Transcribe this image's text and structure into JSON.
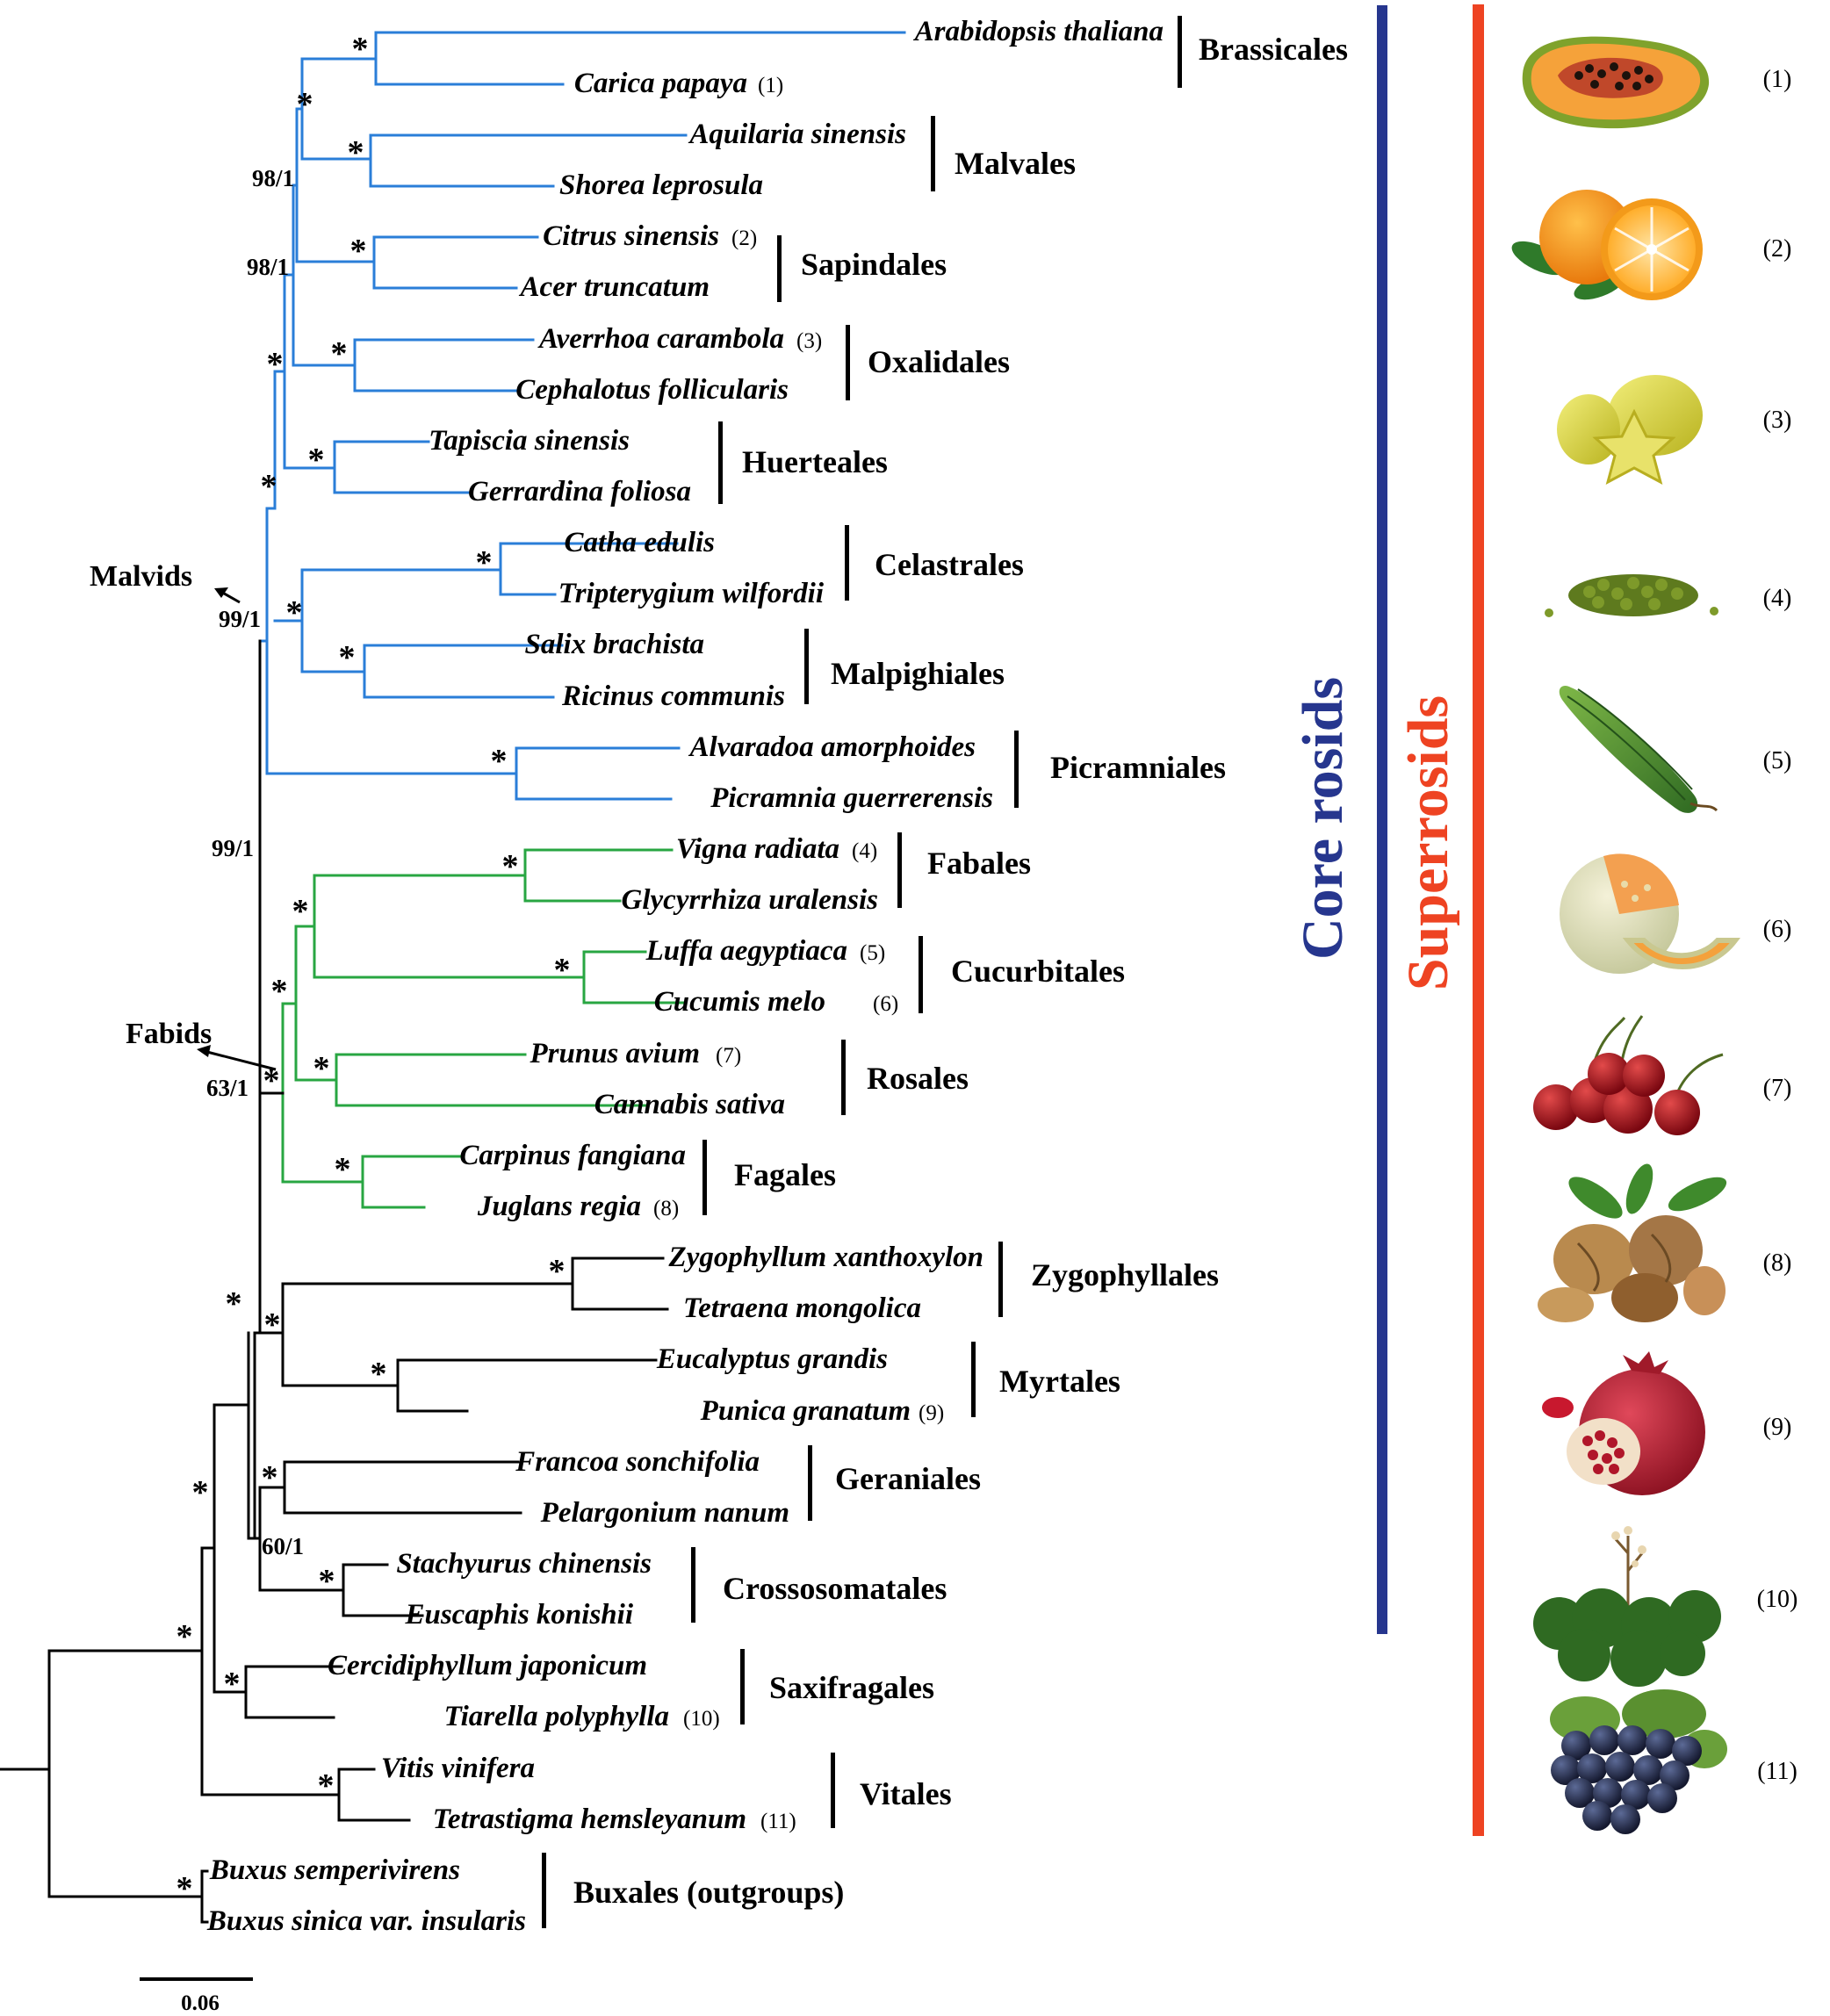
{
  "colors": {
    "malvids": "#2a7ed8",
    "fabids": "#28a642",
    "other": "#000000",
    "core_bar": "#26368e",
    "super_bar": "#ee4322"
  },
  "taxa": [
    {
      "name": "Arabidopsis thaliana",
      "fn": ""
    },
    {
      "name": "Carica papaya",
      "fn": "(1)"
    },
    {
      "name": "Aquilaria sinensis",
      "fn": ""
    },
    {
      "name": "Shorea leprosula",
      "fn": ""
    },
    {
      "name": "Citrus sinensis",
      "fn": "(2)"
    },
    {
      "name": "Acer truncatum",
      "fn": ""
    },
    {
      "name": "Averrhoa carambola",
      "fn": "(3)"
    },
    {
      "name": "Cephalotus follicularis",
      "fn": ""
    },
    {
      "name": "Tapiscia sinensis",
      "fn": ""
    },
    {
      "name": "Gerrardina foliosa",
      "fn": ""
    },
    {
      "name": "Catha edulis",
      "fn": ""
    },
    {
      "name": "Tripterygium wilfordii",
      "fn": ""
    },
    {
      "name": "Salix brachista",
      "fn": ""
    },
    {
      "name": "Ricinus communis",
      "fn": ""
    },
    {
      "name": "Alvaradoa amorphoides",
      "fn": ""
    },
    {
      "name": "Picramnia guerrerensis",
      "fn": ""
    },
    {
      "name": "Vigna radiata",
      "fn": "(4)"
    },
    {
      "name": "Glycyrrhiza uralensis",
      "fn": ""
    },
    {
      "name": "Luffa aegyptiaca",
      "fn": "(5)"
    },
    {
      "name": "Cucumis melo",
      "fn": "(6)"
    },
    {
      "name": "Prunus avium",
      "fn": "(7)"
    },
    {
      "name": "Cannabis sativa",
      "fn": ""
    },
    {
      "name": "Carpinus fangiana",
      "fn": ""
    },
    {
      "name": "Juglans regia",
      "fn": "(8)"
    },
    {
      "name": "Zygophyllum xanthoxylon",
      "fn": ""
    },
    {
      "name": "Tetraena mongolica",
      "fn": ""
    },
    {
      "name": "Eucalyptus grandis",
      "fn": ""
    },
    {
      "name": "Punica granatum",
      "fn": "(9)"
    },
    {
      "name": "Francoa sonchifolia",
      "fn": ""
    },
    {
      "name": "Pelargonium nanum",
      "fn": ""
    },
    {
      "name": "Stachyurus chinensis",
      "fn": ""
    },
    {
      "name": "Euscaphis konishii",
      "fn": ""
    },
    {
      "name": "Cercidiphyllum japonicum",
      "fn": ""
    },
    {
      "name": "Tiarella polyphylla",
      "fn": "(10)"
    },
    {
      "name": "Vitis vinifera",
      "fn": ""
    },
    {
      "name": "Tetrastigma hemsleyanum",
      "fn": "(11)"
    },
    {
      "name": "Buxus semperivirens",
      "fn": ""
    },
    {
      "name": "Buxus sinica var. insularis",
      "fn": ""
    }
  ],
  "orders": [
    "Brassicales",
    "Malvales",
    "Sapindales",
    "Oxalidales",
    "Huerteales",
    "Celastrales",
    "Malpighiales",
    "Picramniales",
    "Fabales",
    "Cucurbitales",
    "Rosales",
    "Fagales",
    "Zygophyllales",
    "Myrtales",
    "Geraniales",
    "Crossosomatales",
    "Saxifragales",
    "Vitales",
    "Buxales (outgroups)"
  ],
  "support": {
    "star": "*",
    "s98a": "98/1",
    "s98b": "98/1",
    "s99a": "99/1",
    "s99b": "99/1",
    "s63": "63/1",
    "s60": "60/1"
  },
  "clades": {
    "malvids": "Malvids",
    "fabids": "Fabids"
  },
  "bars": {
    "core": "Core rosids",
    "super": "Superrosids"
  },
  "scale_bar": "0.06",
  "images": [
    {
      "label": "(1)",
      "icon": "papaya-icon"
    },
    {
      "label": "(2)",
      "icon": "orange-icon"
    },
    {
      "label": "(3)",
      "icon": "starfruit-icon"
    },
    {
      "label": "(4)",
      "icon": "mung-bean-icon"
    },
    {
      "label": "(5)",
      "icon": "luffa-icon"
    },
    {
      "label": "(6)",
      "icon": "melon-icon"
    },
    {
      "label": "(7)",
      "icon": "cherry-icon"
    },
    {
      "label": "(8)",
      "icon": "walnut-icon"
    },
    {
      "label": "(9)",
      "icon": "pomegranate-icon"
    },
    {
      "label": "(10)",
      "icon": "tiarella-plant-icon"
    },
    {
      "label": "(11)",
      "icon": "grape-icon"
    }
  ]
}
